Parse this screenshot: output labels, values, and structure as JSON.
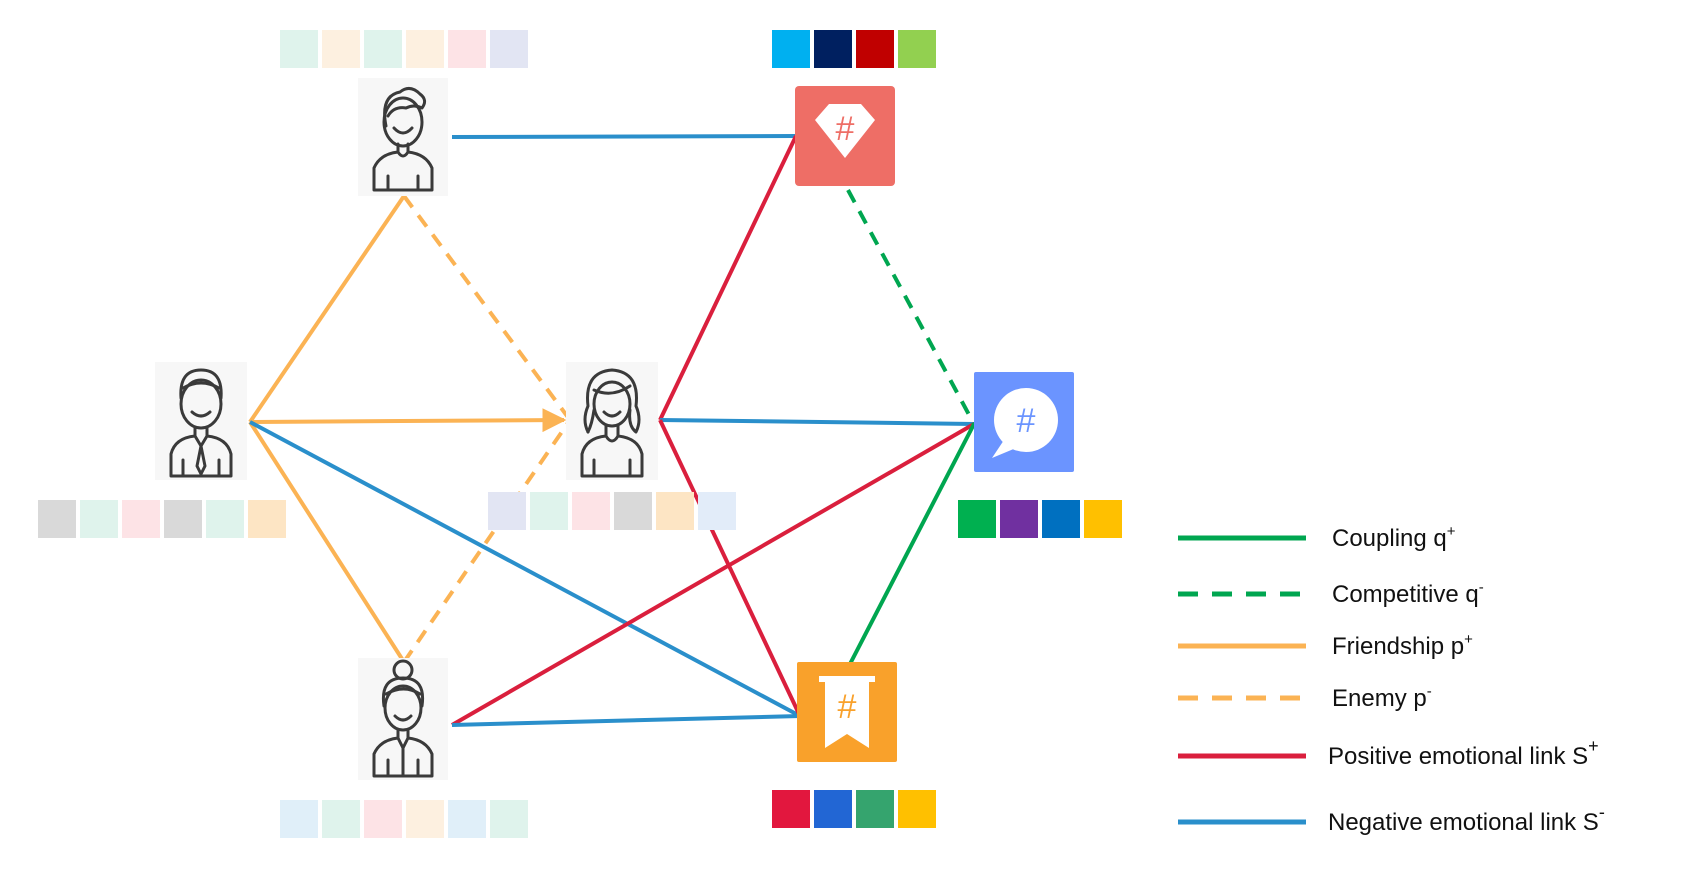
{
  "colors": {
    "coupling": "#00a650",
    "competitive": "#00a650",
    "friendship": "#fbb354",
    "enemy": "#fbb354",
    "positive": "#da1f3d",
    "negative": "#2a8fcb",
    "icon_stroke": "#3a3a3a",
    "tag_red": "#ee6e66",
    "tag_blue": "#6b94ff",
    "tag_orange": "#f9a12b"
  },
  "nodes": {
    "user_top": {
      "icon": "man-with-quiff-icon"
    },
    "user_left": {
      "icon": "man-with-tie-icon"
    },
    "user_center": {
      "icon": "woman-long-hair-icon"
    },
    "user_bottom": {
      "icon": "woman-hair-bun-icon"
    },
    "tag_diamond": {
      "icon": "hashtag-diamond-icon",
      "glyph": "#"
    },
    "tag_speech": {
      "icon": "hashtag-speech-bubble-icon",
      "glyph": "#"
    },
    "tag_banner": {
      "icon": "hashtag-banner-icon",
      "glyph": "#"
    }
  },
  "swatches": {
    "user_top": [
      "#dff3ec",
      "#fdf0e0",
      "#dff3ec",
      "#fdf0e0",
      "#fde3e6",
      "#e2e5f3"
    ],
    "user_left": [
      "#d9d9d9",
      "#dff3ec",
      "#fde3e6",
      "#d9d9d9",
      "#dff3ec",
      "#fde5c4"
    ],
    "user_center": [
      "#e2e5f3",
      "#dff3ec",
      "#fde3e6",
      "#d9d9d9",
      "#fde5c4",
      "#e2ecf9"
    ],
    "user_bottom": [
      "#e0eff9",
      "#dff3ec",
      "#fde3e6",
      "#fdf0e0",
      "#e0eff9",
      "#dff3ec"
    ],
    "tag_diamond": [
      "#00b0f0",
      "#002060",
      "#c00000",
      "#92d050"
    ],
    "tag_speech": [
      "#00b050",
      "#7030a0",
      "#0070c0",
      "#ffc000"
    ],
    "tag_banner": [
      "#e2173e",
      "#2266d4",
      "#35a46e",
      "#ffc000"
    ]
  },
  "legend": [
    {
      "label": "Coupling q",
      "sup": "+",
      "style": "solid",
      "color_key": "coupling"
    },
    {
      "label": "Competitive q",
      "sup": "-",
      "style": "dashed",
      "color_key": "competitive"
    },
    {
      "label": "Friendship p",
      "sup": "+",
      "style": "solid",
      "color_key": "friendship"
    },
    {
      "label": "Enemy p",
      "sup": "-",
      "style": "dashed",
      "color_key": "enemy"
    },
    {
      "label": "Positive emotional link S",
      "sup": "+",
      "style": "solid",
      "color_key": "positive"
    },
    {
      "label": "Negative emotional link S",
      "sup": "-",
      "style": "solid",
      "color_key": "negative"
    }
  ],
  "edges": [
    {
      "from": "user_top",
      "to": "tag_diamond",
      "type": "negative"
    },
    {
      "from": "user_top",
      "to": "user_left",
      "type": "friendship"
    },
    {
      "from": "user_top",
      "to": "user_center",
      "type": "enemy"
    },
    {
      "from": "user_left",
      "to": "user_center",
      "type": "friendship",
      "arrow": true
    },
    {
      "from": "user_left",
      "to": "user_bottom",
      "type": "friendship"
    },
    {
      "from": "user_left",
      "to": "tag_banner",
      "type": "negative"
    },
    {
      "from": "user_bottom",
      "to": "user_center",
      "type": "enemy"
    },
    {
      "from": "user_center",
      "to": "tag_diamond",
      "type": "positive"
    },
    {
      "from": "user_center",
      "to": "tag_speech",
      "type": "negative"
    },
    {
      "from": "user_center",
      "to": "tag_banner",
      "type": "positive"
    },
    {
      "from": "user_bottom",
      "to": "tag_speech",
      "type": "positive"
    },
    {
      "from": "user_bottom",
      "to": "tag_banner",
      "type": "negative"
    },
    {
      "from": "tag_diamond",
      "to": "tag_speech",
      "type": "competitive"
    },
    {
      "from": "tag_speech",
      "to": "tag_banner",
      "type": "coupling"
    }
  ]
}
